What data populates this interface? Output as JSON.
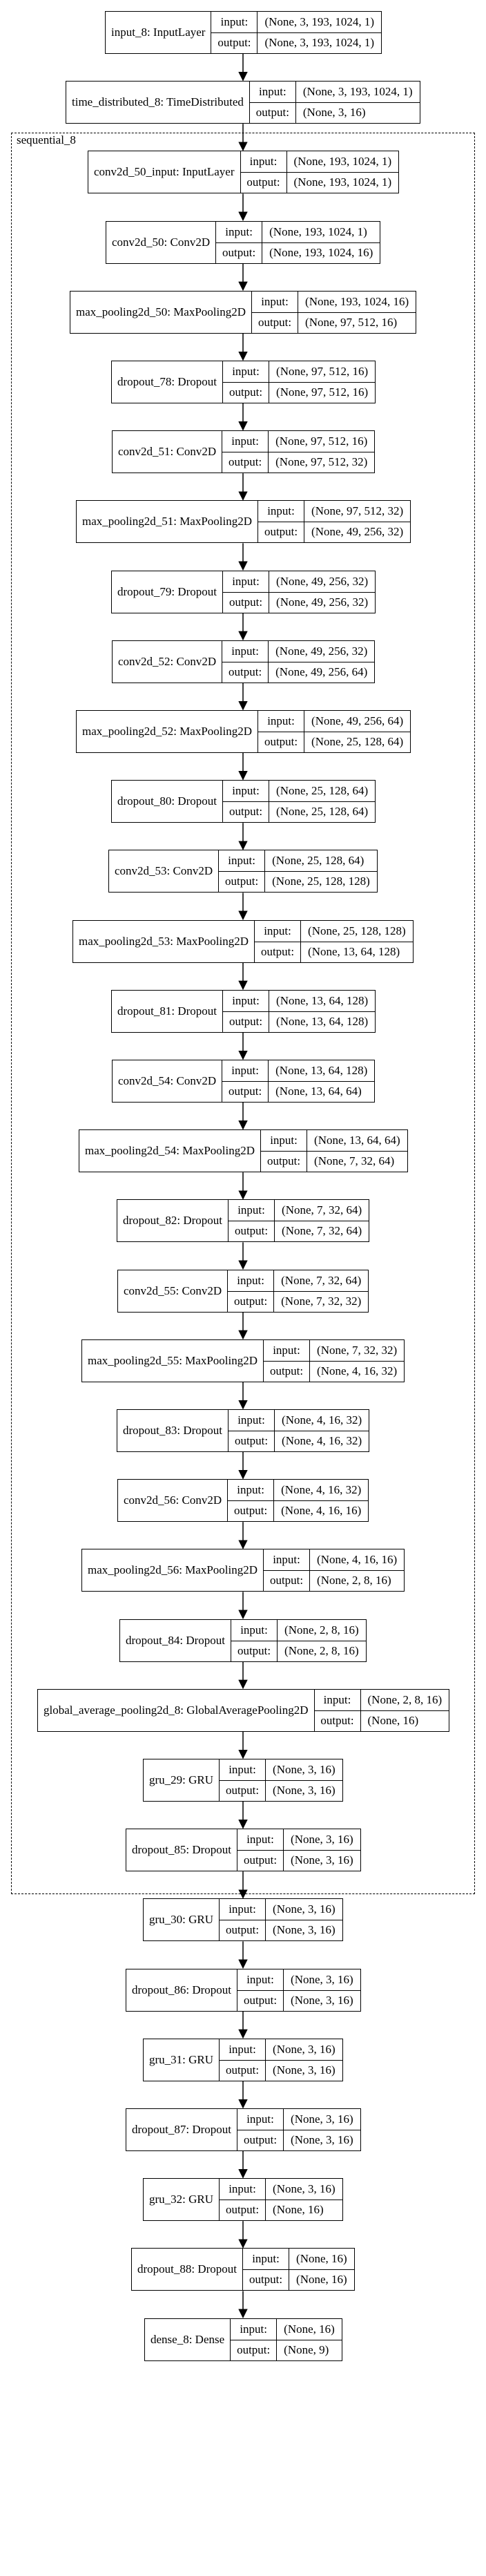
{
  "cluster": {
    "label": "sequential_8"
  },
  "nodes": [
    {
      "id": "input_8",
      "name": "input_8: InputLayer",
      "input": "(None, 3, 193, 1024, 1)",
      "output": "(None, 3, 193, 1024, 1)",
      "in_cluster": false
    },
    {
      "id": "time_distributed_8",
      "name": "time_distributed_8: TimeDistributed",
      "input": "(None, 3, 193, 1024, 1)",
      "output": "(None, 3, 16)",
      "in_cluster": false
    },
    {
      "id": "conv2d_50_input",
      "name": "conv2d_50_input: InputLayer",
      "input": "(None, 193, 1024, 1)",
      "output": "(None, 193, 1024, 1)",
      "in_cluster": true
    },
    {
      "id": "conv2d_50",
      "name": "conv2d_50: Conv2D",
      "input": "(None, 193, 1024, 1)",
      "output": "(None, 193, 1024, 16)",
      "in_cluster": true
    },
    {
      "id": "max_pooling2d_50",
      "name": "max_pooling2d_50: MaxPooling2D",
      "input": "(None, 193, 1024, 16)",
      "output": "(None, 97, 512, 16)",
      "in_cluster": true
    },
    {
      "id": "dropout_78",
      "name": "dropout_78: Dropout",
      "input": "(None, 97, 512, 16)",
      "output": "(None, 97, 512, 16)",
      "in_cluster": true
    },
    {
      "id": "conv2d_51",
      "name": "conv2d_51: Conv2D",
      "input": "(None, 97, 512, 16)",
      "output": "(None, 97, 512, 32)",
      "in_cluster": true
    },
    {
      "id": "max_pooling2d_51",
      "name": "max_pooling2d_51: MaxPooling2D",
      "input": "(None, 97, 512, 32)",
      "output": "(None, 49, 256, 32)",
      "in_cluster": true
    },
    {
      "id": "dropout_79",
      "name": "dropout_79: Dropout",
      "input": "(None, 49, 256, 32)",
      "output": "(None, 49, 256, 32)",
      "in_cluster": true
    },
    {
      "id": "conv2d_52",
      "name": "conv2d_52: Conv2D",
      "input": "(None, 49, 256, 32)",
      "output": "(None, 49, 256, 64)",
      "in_cluster": true
    },
    {
      "id": "max_pooling2d_52",
      "name": "max_pooling2d_52: MaxPooling2D",
      "input": "(None, 49, 256, 64)",
      "output": "(None, 25, 128, 64)",
      "in_cluster": true
    },
    {
      "id": "dropout_80",
      "name": "dropout_80: Dropout",
      "input": "(None, 25, 128, 64)",
      "output": "(None, 25, 128, 64)",
      "in_cluster": true
    },
    {
      "id": "conv2d_53",
      "name": "conv2d_53: Conv2D",
      "input": "(None, 25, 128, 64)",
      "output": "(None, 25, 128, 128)",
      "in_cluster": true
    },
    {
      "id": "max_pooling2d_53",
      "name": "max_pooling2d_53: MaxPooling2D",
      "input": "(None, 25, 128, 128)",
      "output": "(None, 13, 64, 128)",
      "in_cluster": true
    },
    {
      "id": "dropout_81",
      "name": "dropout_81: Dropout",
      "input": "(None, 13, 64, 128)",
      "output": "(None, 13, 64, 128)",
      "in_cluster": true
    },
    {
      "id": "conv2d_54",
      "name": "conv2d_54: Conv2D",
      "input": "(None, 13, 64, 128)",
      "output": "(None, 13, 64, 64)",
      "in_cluster": true
    },
    {
      "id": "max_pooling2d_54",
      "name": "max_pooling2d_54: MaxPooling2D",
      "input": "(None, 13, 64, 64)",
      "output": "(None, 7, 32, 64)",
      "in_cluster": true
    },
    {
      "id": "dropout_82",
      "name": "dropout_82: Dropout",
      "input": "(None, 7, 32, 64)",
      "output": "(None, 7, 32, 64)",
      "in_cluster": true
    },
    {
      "id": "conv2d_55",
      "name": "conv2d_55: Conv2D",
      "input": "(None, 7, 32, 64)",
      "output": "(None, 7, 32, 32)",
      "in_cluster": true
    },
    {
      "id": "max_pooling2d_55",
      "name": "max_pooling2d_55: MaxPooling2D",
      "input": "(None, 7, 32, 32)",
      "output": "(None, 4, 16, 32)",
      "in_cluster": true
    },
    {
      "id": "dropout_83",
      "name": "dropout_83: Dropout",
      "input": "(None, 4, 16, 32)",
      "output": "(None, 4, 16, 32)",
      "in_cluster": true
    },
    {
      "id": "conv2d_56",
      "name": "conv2d_56: Conv2D",
      "input": "(None, 4, 16, 32)",
      "output": "(None, 4, 16, 16)",
      "in_cluster": true
    },
    {
      "id": "max_pooling2d_56",
      "name": "max_pooling2d_56: MaxPooling2D",
      "input": "(None, 4, 16, 16)",
      "output": "(None, 2, 8, 16)",
      "in_cluster": true
    },
    {
      "id": "dropout_84",
      "name": "dropout_84: Dropout",
      "input": "(None, 2, 8, 16)",
      "output": "(None, 2, 8, 16)",
      "in_cluster": true
    },
    {
      "id": "global_average_pooling2d_8",
      "name": "global_average_pooling2d_8: GlobalAveragePooling2D",
      "input": "(None, 2, 8, 16)",
      "output": "(None, 16)",
      "in_cluster": true
    },
    {
      "id": "gru_29",
      "name": "gru_29: GRU",
      "input": "(None, 3, 16)",
      "output": "(None, 3, 16)",
      "in_cluster": false
    },
    {
      "id": "dropout_85",
      "name": "dropout_85: Dropout",
      "input": "(None, 3, 16)",
      "output": "(None, 3, 16)",
      "in_cluster": false
    },
    {
      "id": "gru_30",
      "name": "gru_30: GRU",
      "input": "(None, 3, 16)",
      "output": "(None, 3, 16)",
      "in_cluster": false
    },
    {
      "id": "dropout_86",
      "name": "dropout_86: Dropout",
      "input": "(None, 3, 16)",
      "output": "(None, 3, 16)",
      "in_cluster": false
    },
    {
      "id": "gru_31",
      "name": "gru_31: GRU",
      "input": "(None, 3, 16)",
      "output": "(None, 3, 16)",
      "in_cluster": false
    },
    {
      "id": "dropout_87",
      "name": "dropout_87: Dropout",
      "input": "(None, 3, 16)",
      "output": "(None, 3, 16)",
      "in_cluster": false
    },
    {
      "id": "gru_32",
      "name": "gru_32: GRU",
      "input": "(None, 3, 16)",
      "output": "(None, 16)",
      "in_cluster": false
    },
    {
      "id": "dropout_88",
      "name": "dropout_88: Dropout",
      "input": "(None, 16)",
      "output": "(None, 16)",
      "in_cluster": false
    },
    {
      "id": "dense_8",
      "name": "dense_8: Dense",
      "input": "(None, 16)",
      "output": "(None, 9)",
      "in_cluster": false
    }
  ],
  "io_labels": {
    "input": "input:",
    "output": "output:"
  }
}
